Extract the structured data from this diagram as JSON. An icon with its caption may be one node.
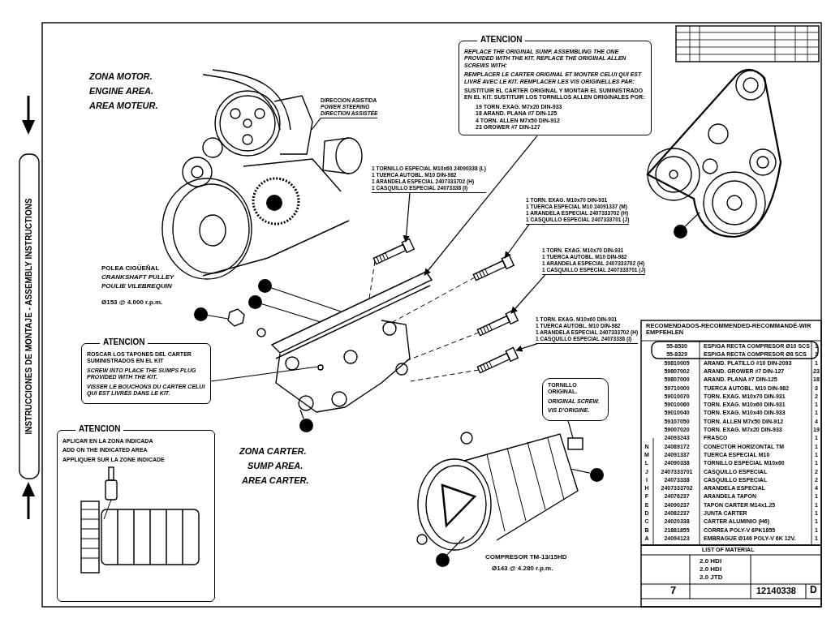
{
  "diagram": {
    "nodes": [
      {
        "text": [
          "ATENCION",
          "REPLACE THE ORIGINAL SUMP. ASSEMBLING THE ONE PROVIDED WITH THE KIT. REPLACE THE ORIGINAL ALLEN SCREWS WITH:",
          "REMPLACER LE CARTER ORIGINAL ET MONTER CELUI QUI EST LIVRÉ AVEC LE KIT. REMPLACER LES VIS ORIGINELLES PAR:",
          "SUSTITUIR EL CARTER ORIGINAL Y MONTAR EL SUMINISTRADO EN EL KIT. SUSTITUIR LOS TORNILLOS ALLEN ORIGINALES POR:",
          "19 TORN. EXAG. M7x20 DIN-933",
          "18 ARAND. PLANA #7 DIN-125",
          "4 TORN. ALLEN M7x50 DIN-912",
          "23 GROWER #7 DIN-127"
        ]
      },
      {
        "text": [
          "ATENCION",
          "ROSCAR LOS TAPONES DEL CARTER SUMINISTRADOS EN EL KIT",
          "SCREW INTO PLACE THE SUMPS PLUG PROVIDED WITH THE KIT.",
          "VISSER LE BOUCHONS DU CARTER CELUI QUI EST LIVRÉS DANS LE KIT."
        ]
      },
      {
        "text": [
          "ATENCION",
          "APLICAR EN LA ZONA INDICADA",
          "ADD ON THE INDICATED AREA",
          "APPLIQUER SUR LA ZONE INDICADE"
        ]
      },
      {
        "text": [
          "TORNILLO ORIGINAL.",
          "ORIGINAL SCREW.",
          "VIS D'ORIGINE."
        ]
      },
      {
        "text": [
          "DIRECCION ASISTIDA",
          "POWER STEERING",
          "DIRECTION ASSISTÉE"
        ]
      },
      {
        "text": [
          "1 TORNILLO ESPECIAL M10x60 24090338 (L)",
          "1 TUERCA AUTOBL. M10 DIN-982",
          "1 ARANDELA ESPECIAL 2407333702 (H)",
          "1 CASQUILLO ESPECIAL 24073338 (I)"
        ]
      },
      {
        "text": [
          "1 TORN. EXAG. M10x70 DIN-931",
          "1 TUERCA ESPECIAL M10 24091337 (M)",
          "1 ARANDELA ESPECIAL 2407333702 (H)",
          "1 CASQUILLO ESPECIAL 2407333701 (J)"
        ]
      },
      {
        "text": [
          "1 TORN. EXAG. M10x70 DIN-931",
          "1 TUERCA AUTOBL. M10 DIN-982",
          "1 ARANDELA ESPECIAL 2407333702 (H)",
          "1 CASQUILLO ESPECIAL 2407333701 (J)"
        ]
      },
      {
        "text": [
          "1 TORN. EXAG. M10x60 DIN-931",
          "1 TUERCA AUTOBL. M10 DIN-982",
          "1 ARANDELA ESPECIAL 2407333702 (H)",
          "1 CASQUILLO ESPECIAL 24073338 (I)"
        ]
      },
      {
        "text": [],
        "shape": "circle"
      },
      {
        "text": [],
        "shape": "circle"
      },
      {
        "text": [],
        "shape": "circle"
      },
      {
        "text": [],
        "shape": "circle"
      },
      {
        "text": [],
        "shape": "circle"
      },
      {
        "text": [],
        "shape": "circle"
      },
      {
        "text": [],
        "shape": "circle"
      },
      {
        "text": [],
        "shape": "picture",
        "beside": [
          "POLEA CIGÜEÑAL",
          "CRANKSHAFT PULLEY",
          "POULIE VILEBREQUIN",
          "Ø153 @ 4.000 r.p.m."
        ]
      },
      {
        "text": [],
        "shape": "picture"
      },
      {
        "text": [],
        "shape": "picture"
      },
      {
        "text": [],
        "shape": "picture"
      },
      {
        "text": [],
        "shape": "picture"
      },
      {
        "text": [],
        "shape": "picture"
      },
      {
        "text": [],
        "shape": "picture"
      },
      {
        "text": [],
        "shape": "picture",
        "beside": [
          "COMPRESOR TM-13/15HD",
          "Ø143 @ 4.280 r.p.m."
        ]
      },
      {
        "text": [],
        "shape": "picture"
      }
    ],
    "edges": [
      {
        "from": 0,
        "to": 21,
        "arrow": "to"
      },
      {
        "from": 1,
        "to": 21,
        "arrow": "none"
      },
      {
        "from": 3,
        "to": 23,
        "arrow": "none"
      },
      {
        "from": 4,
        "to": 16,
        "arrow": "none"
      },
      {
        "from": 5,
        "to": 17,
        "arrow": "to"
      },
      {
        "from": 6,
        "to": 18,
        "arrow": "to"
      },
      {
        "from": 7,
        "to": 19,
        "arrow": "to"
      },
      {
        "from": 8,
        "to": 20,
        "arrow": "to"
      },
      {
        "from": 9,
        "to": 21,
        "arrow": "none"
      },
      {
        "from": 10,
        "to": 21,
        "arrow": "none"
      },
      {
        "from": 11,
        "to": 22,
        "arrow": "none"
      },
      {
        "from": 12,
        "to": 21,
        "arrow": "none"
      },
      {
        "from": 13,
        "to": 23,
        "arrow": "none"
      },
      {
        "from": 14,
        "to": 23,
        "arrow": "none"
      },
      {
        "from": 15,
        "to": 24,
        "arrow": "none"
      },
      {
        "from": 17,
        "to": 21,
        "arrow": "none",
        "style": "dashed"
      },
      {
        "from": 18,
        "to": 21,
        "arrow": "none",
        "style": "dashed"
      },
      {
        "from": 19,
        "to": 21,
        "arrow": "none",
        "style": "dashed"
      },
      {
        "from": 20,
        "to": 21,
        "arrow": "none",
        "style": "dashed"
      }
    ],
    "labels": [
      "INSTRUCCIONES DE MONTAJE - ASSEMBLY INSTRUCTIONS",
      "ZONA MOTOR.",
      "ENGINE AREA.",
      "AREA MOTEUR.",
      "ZONA CARTER.",
      "SUMP AREA.",
      "AREA CARTER.",
      "RECOMENDADOS-RECOMMENDED-RECOMMANDÉ-WIR EMPFEHLEN",
      "55-8530",
      "ESPIGA RECTA COMPRESOR Ø10 SCS",
      "1",
      "55-8329",
      "ESPIGA RECTA COMPRESOR Ø8 SCS",
      "1",
      "59810005",
      "ARAND. PLATILLO #10 DIN-2093",
      "1",
      "59807002",
      "ARAND. GROWER #7 DIN-127",
      "23",
      "59807000",
      "ARAND. PLANA #7 DIN-125",
      "18",
      "59710000",
      "TUERCA AUTOBL. M10 DIN-982",
      "3",
      "59010070",
      "TORN. EXAG. M10x70 DIN-931",
      "2",
      "59010060",
      "TORN. EXAG. M10x60 DIN-931",
      "1",
      "59010040",
      "TORN. EXAG. M10x40 DIN-933",
      "1",
      "59107050",
      "TORN. ALLEN M7x50 DIN-912",
      "4",
      "59007020",
      "TORN. EXAG. M7x20 DIN-933",
      "19",
      "24093243",
      "FRASCO",
      "1",
      "N",
      "24089172",
      "CONECTOR HORIZONTAL TM",
      "1",
      "M",
      "24091337",
      "TUERCA ESPECIAL M10",
      "1",
      "L",
      "24090338",
      "TORNILLO ESPECIAL M10x60",
      "1",
      "J",
      "2407333701",
      "CASQUILLO ESPECIAL",
      "2",
      "I",
      "24073338",
      "CASQUILLO ESPECIAL",
      "2",
      "H",
      "2407333702",
      "ARANDELA ESPECIAL",
      "4",
      "F",
      "24076237",
      "ARANDELA TAPON",
      "1",
      "E",
      "24090237",
      "TAPON CARTER M14x1.25",
      "1",
      "D",
      "24082237",
      "JUNTA CARTER",
      "1",
      "C",
      "24020338",
      "CARTER ALUMINIO (H6)",
      "1",
      "B",
      "21881855",
      "CORREA POLY-V 6PK1855",
      "1",
      "A",
      "24094123",
      "EMBRAGUE Ø146 POLY-V 6K 12V.",
      "1",
      "LIST OF MATERIAL",
      "2.0 HDI",
      "2.0 HDI",
      "2.0 JTD",
      "7",
      "12140338",
      "D"
    ]
  }
}
